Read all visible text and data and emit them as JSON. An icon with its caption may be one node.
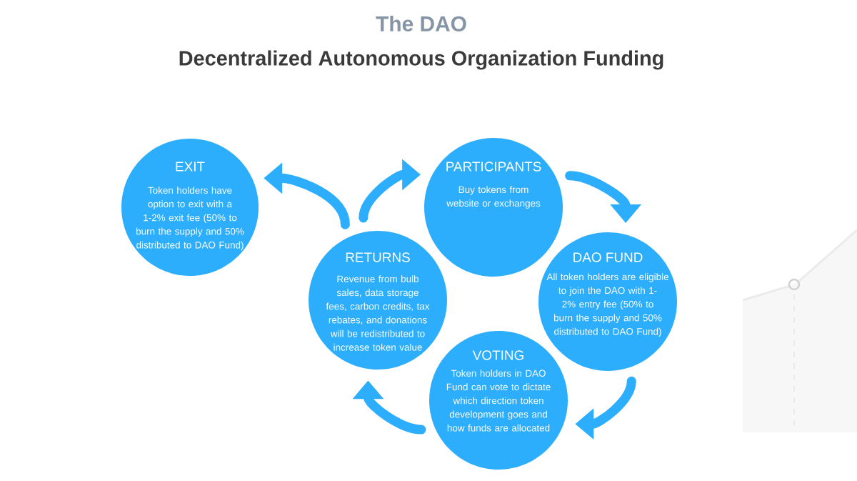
{
  "diagram": {
    "title": "The DAO",
    "nodes": [
      {
        "text": [
          "EXIT",
          "Token holders have option to exit with a 1-2% exit fee (50% to burn the supply and 50% distributed to DAO Fund)"
        ]
      },
      {
        "text": [
          "PARTICIPANTS",
          "Buy tokens from website or exchanges"
        ]
      },
      {
        "text": [
          "RETURNS",
          "Revenue from bulb sales, data storage fees, carbon credits, tax rebates, and donations will be redistributed to increase token value"
        ]
      },
      {
        "text": [
          "DAO FUND",
          "All token holders are eligible to join the DAO with 1-2% entry fee (50% to burn the supply and 50% distributed to DAO Fund)"
        ]
      },
      {
        "text": [
          "VOTING",
          "Token holders in DAO Fund can vote to dictate which direction token development goes and how funds are allocated"
        ]
      }
    ],
    "edges": [
      {
        "from": 2,
        "to": 0,
        "arrow": "to"
      },
      {
        "from": 2,
        "to": 1,
        "arrow": "to"
      },
      {
        "from": 1,
        "to": 3,
        "arrow": "to"
      },
      {
        "from": 3,
        "to": 4,
        "arrow": "to"
      },
      {
        "from": 4,
        "to": 2,
        "arrow": "to"
      }
    ],
    "labels": [
      "Decentralized Autonomous Organization Funding"
    ]
  }
}
